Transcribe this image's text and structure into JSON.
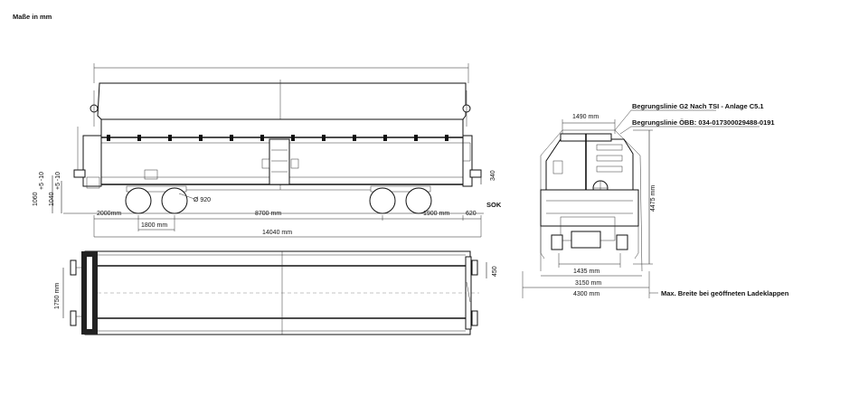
{
  "header": {
    "units_note": "Maße in mm"
  },
  "side_view": {
    "dims": {
      "total_length": "14040 mm",
      "bogie_center": "8700 mm",
      "left_overhang": "2000mm",
      "wheelbase": "1800 mm",
      "right_overhang": "1900 mm",
      "buffer_offset": "620",
      "wheel_diameter": "Ø 920",
      "side_height": "340",
      "rail_level": "SOK",
      "buffer_height_1": "1060",
      "buffer_tol_1": "+5 -10",
      "buffer_height_2": "1040",
      "buffer_tol_2": "+5 -10"
    }
  },
  "plan_view": {
    "dims": {
      "width": "1750 mm",
      "hatch_offset": "450"
    }
  },
  "end_view": {
    "dims": {
      "top_width": "1490 mm",
      "height": "4475 mm",
      "track_gauge": "1435 mm",
      "body_width": "3150 mm",
      "max_width": "4300 mm"
    },
    "notes": {
      "gauge_line_1": "Begrungslinie G2 Nach TSI - Anlage C5.1",
      "gauge_line_2": "Begrungslinie ÖBB: 034-017300029488-0191",
      "max_width_note": "Max. Breite bei geöffneten Ladeklappen"
    }
  }
}
